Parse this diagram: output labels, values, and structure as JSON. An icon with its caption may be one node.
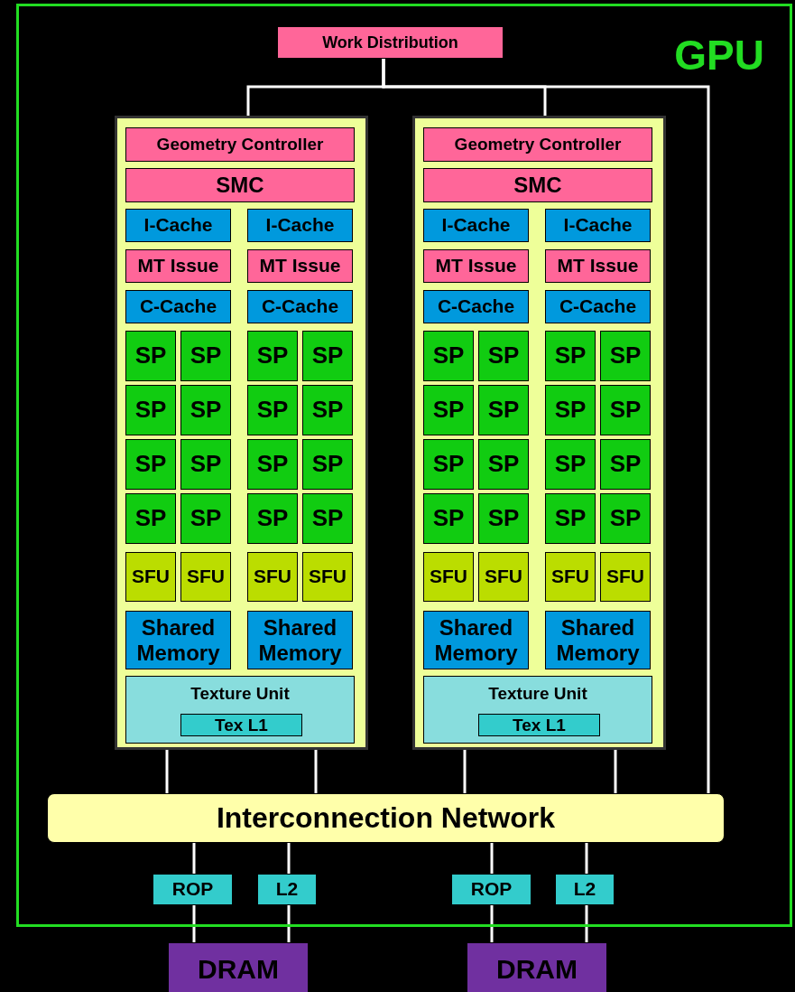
{
  "diagram": {
    "nodes": [
      {
        "text": [
          "GPU"
        ]
      },
      {
        "text": [
          "Work Distribution"
        ],
        "in": 0
      },
      {
        "text": [],
        "shape": "box",
        "in": 0
      },
      {
        "text": [
          "Geometry Controller"
        ],
        "in": 2
      },
      {
        "text": [
          "SMC"
        ],
        "in": 2
      },
      {
        "text": [
          "I-Cache"
        ],
        "in": 2
      },
      {
        "text": [
          "I-Cache"
        ],
        "in": 2
      },
      {
        "text": [
          "MT Issue"
        ],
        "in": 2
      },
      {
        "text": [
          "MT Issue"
        ],
        "in": 2
      },
      {
        "text": [
          "C-Cache"
        ],
        "in": 2
      },
      {
        "text": [
          "C-Cache"
        ],
        "in": 2
      },
      {
        "text": [
          "SP"
        ],
        "in": 2
      },
      {
        "text": [
          "SP"
        ],
        "in": 2
      },
      {
        "text": [
          "SP"
        ],
        "in": 2
      },
      {
        "text": [
          "SP"
        ],
        "in": 2
      },
      {
        "text": [
          "SP"
        ],
        "in": 2
      },
      {
        "text": [
          "SP"
        ],
        "in": 2
      },
      {
        "text": [
          "SP"
        ],
        "in": 2
      },
      {
        "text": [
          "SP"
        ],
        "in": 2
      },
      {
        "text": [
          "SP"
        ],
        "in": 2
      },
      {
        "text": [
          "SP"
        ],
        "in": 2
      },
      {
        "text": [
          "SP"
        ],
        "in": 2
      },
      {
        "text": [
          "SP"
        ],
        "in": 2
      },
      {
        "text": [
          "SP"
        ],
        "in": 2
      },
      {
        "text": [
          "SP"
        ],
        "in": 2
      },
      {
        "text": [
          "SP"
        ],
        "in": 2
      },
      {
        "text": [
          "SP"
        ],
        "in": 2
      },
      {
        "text": [
          "SFU"
        ],
        "in": 2
      },
      {
        "text": [
          "SFU"
        ],
        "in": 2
      },
      {
        "text": [
          "SFU"
        ],
        "in": 2
      },
      {
        "text": [
          "SFU"
        ],
        "in": 2
      },
      {
        "text": [
          "Shared Memory"
        ],
        "in": 2
      },
      {
        "text": [
          "Shared Memory"
        ],
        "in": 2
      },
      {
        "text": [
          "Texture Unit"
        ],
        "in": 2
      },
      {
        "text": [
          "Tex L1"
        ],
        "in": 33
      },
      {
        "text": [],
        "shape": "box",
        "in": 0
      },
      {
        "text": [
          "Geometry Controller"
        ],
        "in": 35
      },
      {
        "text": [
          "SMC"
        ],
        "in": 35
      },
      {
        "text": [
          "I-Cache"
        ],
        "in": 35
      },
      {
        "text": [
          "I-Cache"
        ],
        "in": 35
      },
      {
        "text": [
          "MT Issue"
        ],
        "in": 35
      },
      {
        "text": [
          "MT Issue"
        ],
        "in": 35
      },
      {
        "text": [
          "C-Cache"
        ],
        "in": 35
      },
      {
        "text": [
          "C-Cache"
        ],
        "in": 35
      },
      {
        "text": [
          "SP"
        ],
        "in": 35
      },
      {
        "text": [
          "SP"
        ],
        "in": 35
      },
      {
        "text": [
          "SP"
        ],
        "in": 35
      },
      {
        "text": [
          "SP"
        ],
        "in": 35
      },
      {
        "text": [
          "SP"
        ],
        "in": 35
      },
      {
        "text": [
          "SP"
        ],
        "in": 35
      },
      {
        "text": [
          "SP"
        ],
        "in": 35
      },
      {
        "text": [
          "SP"
        ],
        "in": 35
      },
      {
        "text": [
          "SP"
        ],
        "in": 35
      },
      {
        "text": [
          "SP"
        ],
        "in": 35
      },
      {
        "text": [
          "SP"
        ],
        "in": 35
      },
      {
        "text": [
          "SP"
        ],
        "in": 35
      },
      {
        "text": [
          "SP"
        ],
        "in": 35
      },
      {
        "text": [
          "SP"
        ],
        "in": 35
      },
      {
        "text": [
          "SP"
        ],
        "in": 35
      },
      {
        "text": [
          "SP"
        ],
        "in": 35
      },
      {
        "text": [
          "SFU"
        ],
        "in": 35
      },
      {
        "text": [
          "SFU"
        ],
        "in": 35
      },
      {
        "text": [
          "SFU"
        ],
        "in": 35
      },
      {
        "text": [
          "SFU"
        ],
        "in": 35
      },
      {
        "text": [
          "Shared Memory"
        ],
        "in": 35
      },
      {
        "text": [
          "Shared Memory"
        ],
        "in": 35
      },
      {
        "text": [
          "Texture Unit"
        ],
        "in": 35
      },
      {
        "text": [
          "Tex L1"
        ],
        "in": 66
      },
      {
        "text": [
          "Interconnection Network"
        ],
        "in": 0
      },
      {
        "text": [
          "ROP"
        ],
        "in": 0
      },
      {
        "text": [
          "L2"
        ],
        "in": 0
      },
      {
        "text": [
          "ROP"
        ],
        "in": 0
      },
      {
        "text": [
          "L2"
        ],
        "in": 0
      },
      {
        "text": [
          "DRAM"
        ]
      },
      {
        "text": [
          "DRAM"
        ]
      }
    ],
    "edges": [
      {
        "from": 1,
        "to": 2,
        "arrow": "none"
      },
      {
        "from": 1,
        "to": 35,
        "arrow": "none"
      },
      {
        "from": 1,
        "to": 68,
        "arrow": "none"
      },
      {
        "from": 2,
        "to": 68,
        "arrow": "none"
      },
      {
        "from": 2,
        "to": 68,
        "arrow": "none"
      },
      {
        "from": 35,
        "to": 68,
        "arrow": "none"
      },
      {
        "from": 35,
        "to": 68,
        "arrow": "none"
      },
      {
        "from": 68,
        "to": 69,
        "arrow": "none"
      },
      {
        "from": 68,
        "to": 70,
        "arrow": "none"
      },
      {
        "from": 68,
        "to": 71,
        "arrow": "none"
      },
      {
        "from": 68,
        "to": 72,
        "arrow": "none"
      },
      {
        "from": 69,
        "to": 73,
        "arrow": "none"
      },
      {
        "from": 70,
        "to": 73,
        "arrow": "none"
      },
      {
        "from": 71,
        "to": 74,
        "arrow": "none"
      },
      {
        "from": 72,
        "to": 74,
        "arrow": "none"
      }
    ]
  }
}
